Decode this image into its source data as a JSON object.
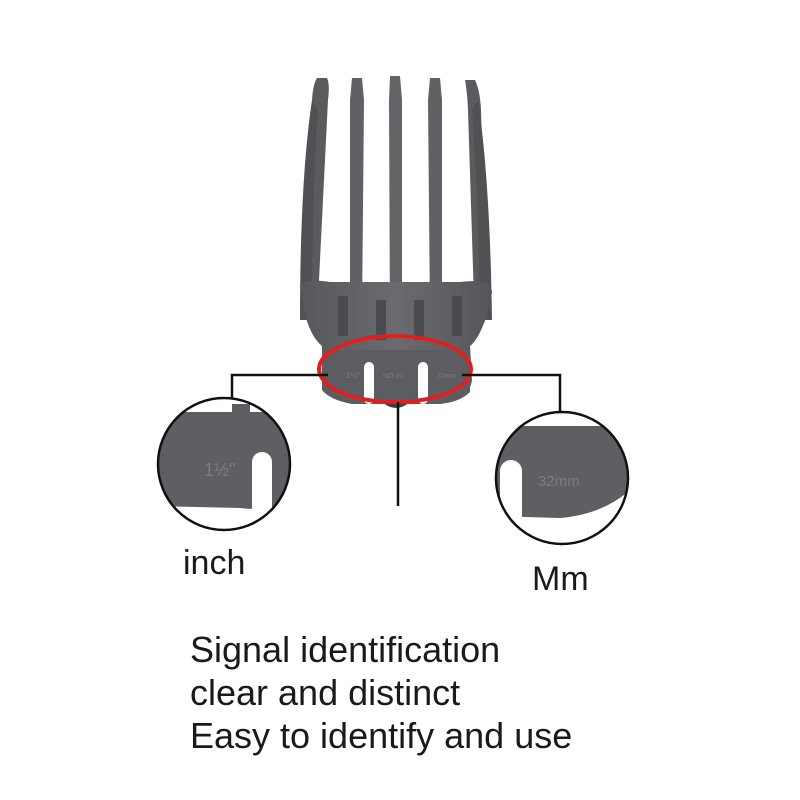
{
  "product": {
    "marking_inch": "1½\"",
    "marking_model": "NO.10",
    "marking_mm": "32mm"
  },
  "callouts": {
    "left_label": "inch",
    "right_label": "Mm",
    "left_zoom_marking": "1½\"",
    "right_zoom_marking": "32mm"
  },
  "caption": {
    "line1": "Signal identification",
    "line2": "clear and distinct",
    "line3": "Easy to identify and use"
  },
  "colors": {
    "comb": "#5e5f62",
    "comb_dark": "#4a4b4e",
    "highlight_ring": "#e02020",
    "leader_lines": "#111111",
    "text": "#1a1a1a"
  }
}
